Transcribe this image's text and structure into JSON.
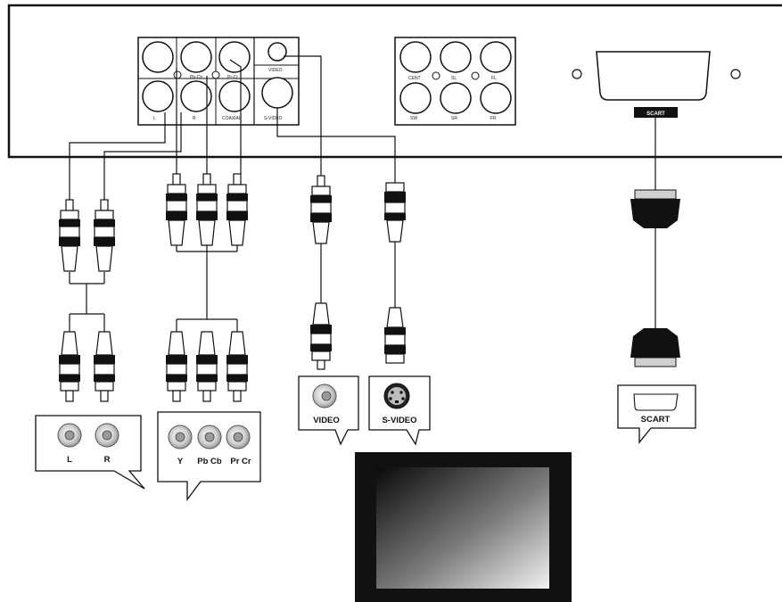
{
  "player_panel": {
    "front_jacks": {
      "row1": [
        "",
        "Pb-Cb",
        "Pr-Cr"
      ],
      "row2": [
        "L",
        "R",
        "COAXIAL"
      ],
      "video": "VIDEO",
      "svideo": "S-VIDEO"
    },
    "surround_jacks": {
      "row1": [
        "CENT",
        "SL",
        "FL"
      ],
      "row2": [
        "SW",
        "SR",
        "FR"
      ]
    },
    "scart_tag": "SCART"
  },
  "bubbles": {
    "audio": {
      "labels": [
        "L",
        "R"
      ]
    },
    "component": {
      "labels": [
        "Y",
        "Pb Cb",
        "Pr Cr"
      ]
    },
    "video": {
      "label": "VIDEO"
    },
    "svideo": {
      "label": "S-VIDEO"
    },
    "scart": {
      "label": "SCART"
    }
  },
  "colors": {
    "line": "#111111",
    "jack_fill": "#d9d9d9",
    "plug_dark": "#1a1a1a"
  }
}
